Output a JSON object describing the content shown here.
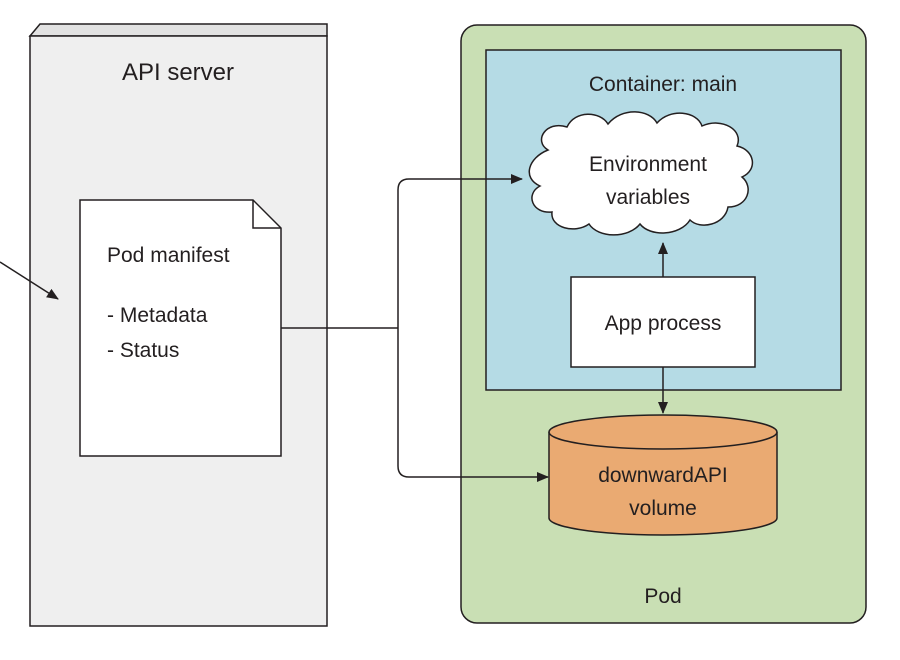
{
  "api_server": {
    "title": "API server"
  },
  "manifest": {
    "title": "Pod manifest",
    "items": [
      "- Metadata",
      "- Status"
    ]
  },
  "container": {
    "title": "Container: main"
  },
  "env_vars": {
    "line1": "Environment",
    "line2": "variables"
  },
  "app_process": {
    "label": "App process"
  },
  "volume": {
    "line1": "downwardAPI",
    "line2": "volume"
  },
  "pod": {
    "label": "Pod"
  },
  "colors": {
    "server_fill": "#efefef",
    "pod_fill": "#c9dfb4",
    "container_fill": "#b5dbe5",
    "volume_fill": "#eaaa72",
    "stroke": "#231f20"
  }
}
